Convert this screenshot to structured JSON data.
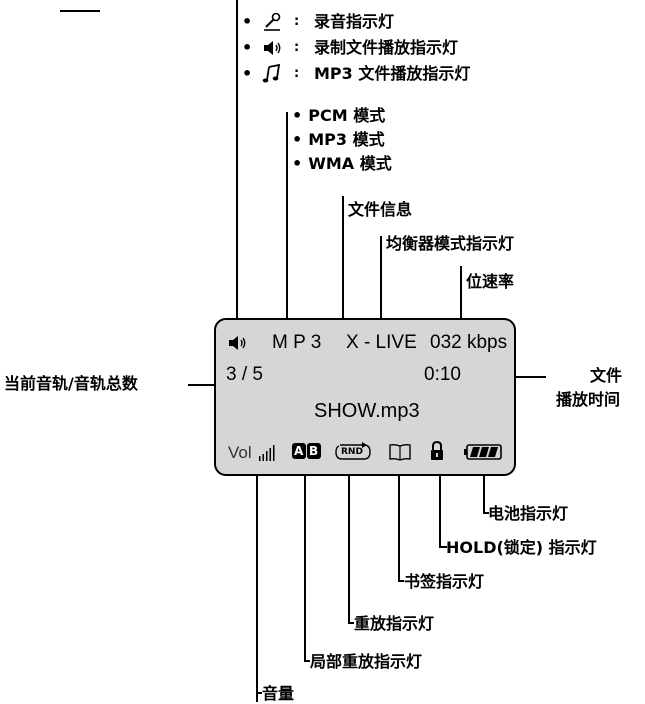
{
  "indicators": [
    {
      "icon": "microphone-icon",
      "sep": ":",
      "text": "录音指示灯"
    },
    {
      "icon": "speaker-icon",
      "sep": ":",
      "text": "录制文件播放指示灯"
    },
    {
      "icon": "music-note-icon",
      "sep": ":",
      "text": "MP3 文件播放指示灯"
    }
  ],
  "modes": [
    "PCM 模式",
    "MP3 模式",
    "WMA 模式"
  ],
  "bullet": "•",
  "labels": {
    "file_info": "文件信息",
    "eq_mode": "均衡器模式指示灯",
    "bitrate": "位速率",
    "track": "当前音轨/音轨总数",
    "time_line1": "文件",
    "time_line2": "播放时间",
    "battery": "电池指示灯",
    "hold": "HOLD(锁定) 指示灯",
    "bookmark": "书签指示灯",
    "repeat": "重放指示灯",
    "ab_repeat": "局部重放指示灯",
    "volume": "音量"
  },
  "display": {
    "format": "M P 3",
    "eq": "X - LIVE",
    "bitrate": "032 kbps",
    "track": "3 / 5",
    "time": "0:10",
    "filename": "SHOW.mp3",
    "vol": "Vol",
    "ab_a": "A",
    "ab_b": "B",
    "rnd": "RND"
  }
}
